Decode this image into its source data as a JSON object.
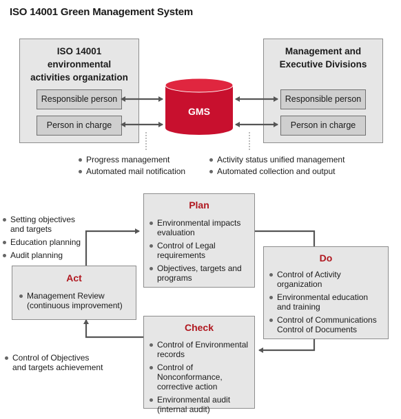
{
  "title": "ISO 14001 Green Management System",
  "left_org": {
    "title": "ISO 14001\nenvironmental\nactivities organization",
    "responsible": "Responsible person",
    "in_charge": "Person in charge"
  },
  "right_org": {
    "title": "Management and\nExecutive Divisions",
    "responsible": "Responsible person",
    "in_charge": "Person in charge"
  },
  "gms": {
    "label": "GMS",
    "color": "#c8102e"
  },
  "left_notes": [
    "Progress management",
    "Automated mail notification"
  ],
  "right_notes": [
    "Activity status unified management",
    "Automated collection and output"
  ],
  "plan": {
    "title": "Plan",
    "items": [
      "Environmental impacts\nevaluation",
      "Control of Legal\nrequirements",
      "Objectives, targets and\nprograms"
    ]
  },
  "do": {
    "title": "Do",
    "items": [
      "Control of Activity\norganization",
      "Environmental education\nand training",
      "Control of Communications\nControl of Documents"
    ]
  },
  "check": {
    "title": "Check",
    "items": [
      "Control of Environmental\nrecords",
      "Control of Nonconformance,\ncorrective action",
      "Environmental audit\n(internal audit)"
    ]
  },
  "act": {
    "title": "Act",
    "items": [
      "Management Review\n(continuous improvement)"
    ]
  },
  "act_notes_top": [
    "Setting objectives\nand targets",
    "Education planning",
    "Audit planning"
  ],
  "act_notes_bottom": [
    "Control of Objectives\nand targets achievement"
  ],
  "colors": {
    "accent": "#b0171f",
    "box": "#e6e6e6",
    "arrow": "#555555"
  }
}
